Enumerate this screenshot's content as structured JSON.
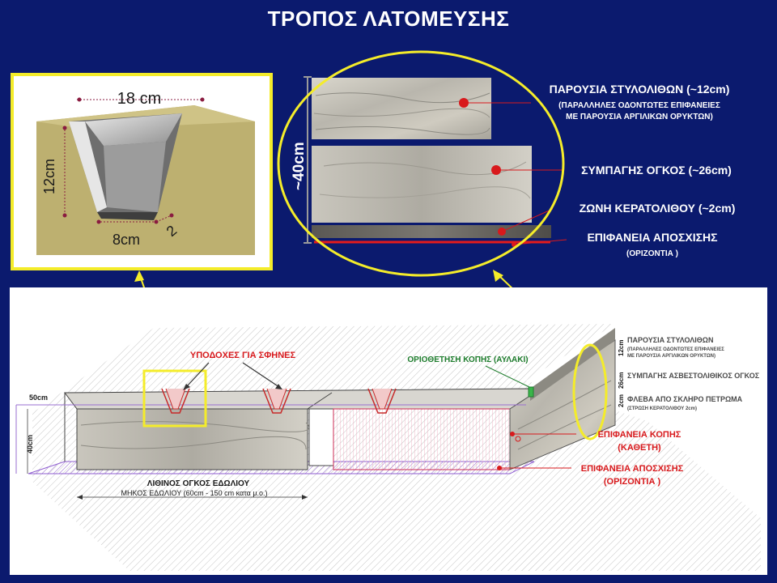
{
  "page": {
    "title": "ΤΡΟΠΟΣ ΛΑΤΟΜΕΥΣΗΣ"
  },
  "detail_inset": {
    "top_width": "18 cm",
    "depth": "12cm",
    "bottom_width": "8cm",
    "offset": "2"
  },
  "photo_inset": {
    "total_thickness": "~40cm",
    "layer1_title": "ΠΑΡΟΥΣΙΑ ΣΤΥΛΟΛΙΘΩΝ (~12cm)",
    "layer1_note_1": "(ΠΑΡΑΛΛΗΛΕΣ ΟΔΟΝΤΩΤΕΣ ΕΠΙΦΑΝΕΙΕΣ",
    "layer1_note_2": "ΜΕ ΠΑΡΟΥΣΙΑ ΑΡΓΙΛΙΚΩΝ ΟΡΥΚΤΩΝ)",
    "layer2_title": "ΣΥΜΠΑΓΗΣ ΟΓΚΟΣ (~26cm)",
    "layer3_title": "ΖΩΝΗ ΚΕΡΑΤΟΛΙΘΟΥ (~2cm)",
    "layer4_title": "ΕΠΙΦΑΝΕΙΑ ΑΠΟΣΧΙΣΗΣ",
    "layer4_note": "(ΟΡΙΖΟΝΤΙΑ )"
  },
  "main_diagram": {
    "wedge_sockets": "ΥΠΟΔΟΧΕΣ ΓΙΑ ΣΦΗΝΕΣ",
    "cut_groove": "ΟΡΙΟΘΕΤΗΣΗ ΚΟΠΗΣ (ΑΥΛΑΚΙ)",
    "dim_width": "50cm",
    "dim_height": "40cm",
    "block_label": "ΛΙΘΙΝΟΣ ΟΓΚΟΣ ΕΔΩΛΙΟΥ",
    "block_length": "ΜΗΚΟΣ ΕΔΩΛΙΟΥ (60cm - 150 cm κατα μ.ο.)",
    "side_layer1": "ΠΑΡΟΥΣΙΑ ΣΤΥΛΟΛΙΘΩΝ",
    "side_layer1_note_1": "(ΠΑΡΑΛΛΗΛΕΣ ΟΔΟΝΤΩΤΕΣ ΕΠΙΦΑΝΕΙΕΣ",
    "side_layer1_note_2": "ΜΕ ΠΑΡΟΥΣΙΑ ΑΡΓΙΛΙΚΩΝ ΟΡΥΚΤΩΝ)",
    "side_layer2": "ΣΥΜΠΑΓΗΣ ΑΣΒΕΣΤΟΛΙΘΙΚΟΣ ΟΓΚΟΣ",
    "side_layer3": "ΦΛΕΒΑ ΑΠΟ ΣΚΛΗΡΟ ΠΕΤΡΩΜΑ",
    "side_layer3_note": "(ΣΤΡΩΣΗ ΚΕΡΑΤΟΛΙΘΟΥ 2cm)",
    "side_dim_12": "12cm",
    "side_dim_26": "26cm",
    "side_dim_2": "2cm",
    "cut_surface_1": "ΕΠΙΦΑΝΕΙΑ ΚΟΠΗΣ",
    "cut_surface_2": "(ΚΑΘΕΤΗ)",
    "split_surface_1": "ΕΠΙΦΑΝΕΙΑ ΑΠΟΣΧΙΣΗΣ",
    "split_surface_2": "(ΟΡΙΖΟΝΤΙΑ )"
  },
  "colors": {
    "background": "#0b1a6e",
    "highlight": "#f4ec2a",
    "annotation_red": "#d8191c"
  }
}
